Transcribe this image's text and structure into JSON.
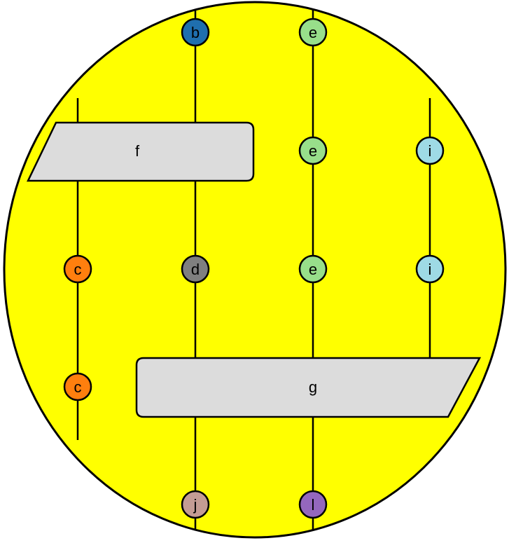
{
  "nodes": {
    "b_top": {
      "label": "b",
      "color": "#1f6fae"
    },
    "e_top": {
      "label": "e",
      "color": "#98df8a"
    },
    "e_row1": {
      "label": "e",
      "color": "#98df8a"
    },
    "i_row1": {
      "label": "i",
      "color": "#9edae5"
    },
    "c_row2": {
      "label": "c",
      "color": "#ff7f0e"
    },
    "d_row2": {
      "label": "d",
      "color": "#7f7f7f"
    },
    "e_row2": {
      "label": "e",
      "color": "#98df8a"
    },
    "i_row2": {
      "label": "i",
      "color": "#9edae5"
    },
    "c_row3": {
      "label": "c",
      "color": "#ff7f0e"
    },
    "j_bottom": {
      "label": "j",
      "color": "#c49c94"
    },
    "l_bottom": {
      "label": "l",
      "color": "#9467bd"
    }
  },
  "boxes": {
    "f": {
      "label": "f"
    },
    "g": {
      "label": "g"
    }
  },
  "colors": {
    "lens_fill": "#ffff00",
    "box_fill": "#dcdcdc",
    "stroke": "#000000"
  }
}
